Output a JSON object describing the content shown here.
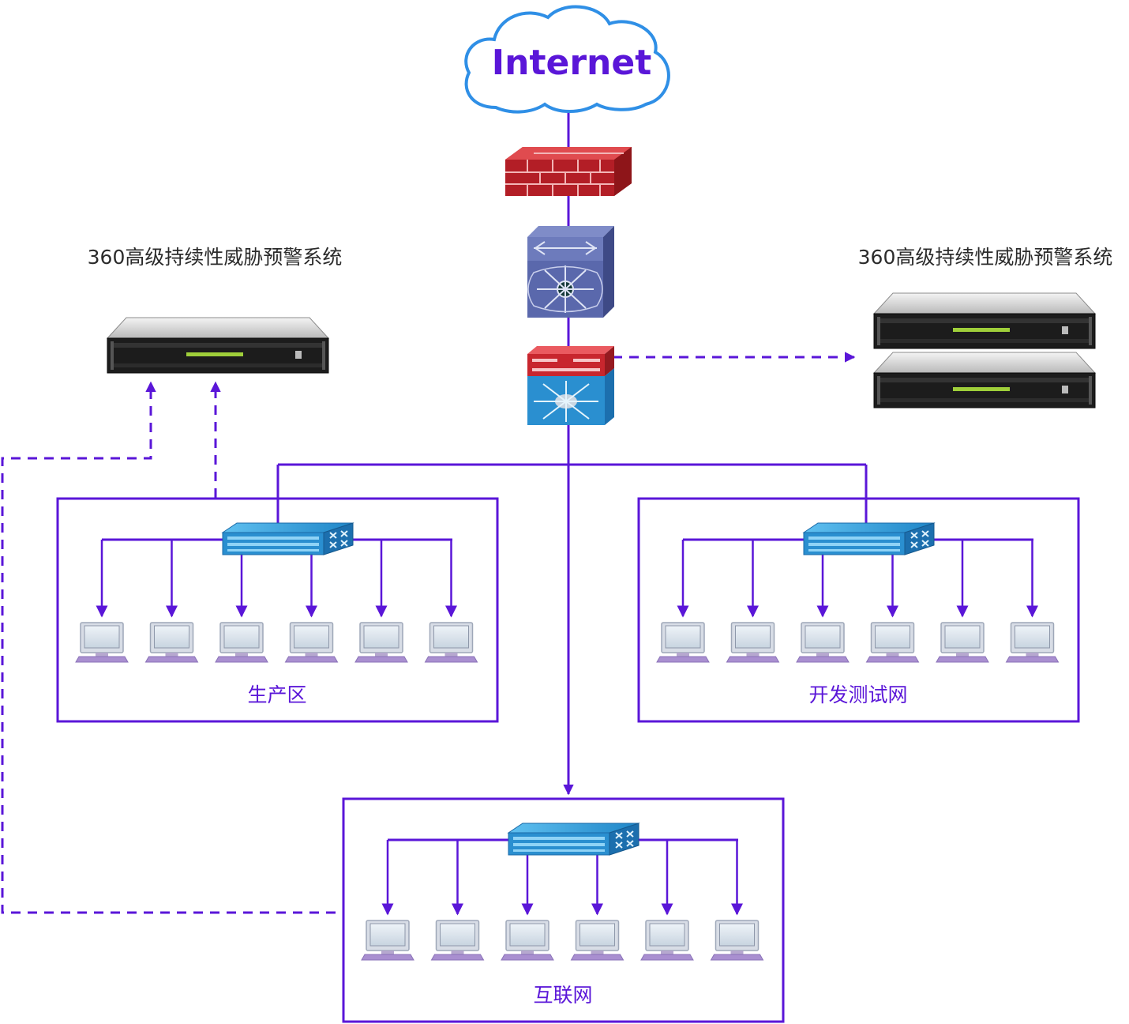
{
  "cloud": {
    "label": "Internet"
  },
  "left_system": {
    "label": "360高级持续性威胁预警系统"
  },
  "right_system": {
    "label": "360高级持续性威胁预警系统"
  },
  "zones": {
    "production": {
      "label": "生产区",
      "pc_count": 6
    },
    "devtest": {
      "label": "开发测试网",
      "pc_count": 6
    },
    "internet_zone": {
      "label": "互联网",
      "pc_count": 6
    }
  },
  "colors": {
    "line": "#5a16d8",
    "cloud_stroke": "#2f8fe6",
    "firewall": "#c8262e",
    "switch_blue": "#2a8fd0",
    "router_dark": "#4c5a9c"
  },
  "icons": [
    "cloud-icon",
    "firewall-icon",
    "core-switch-icon",
    "multilayer-switch-icon",
    "server-icon",
    "switch-icon",
    "pc-icon"
  ]
}
